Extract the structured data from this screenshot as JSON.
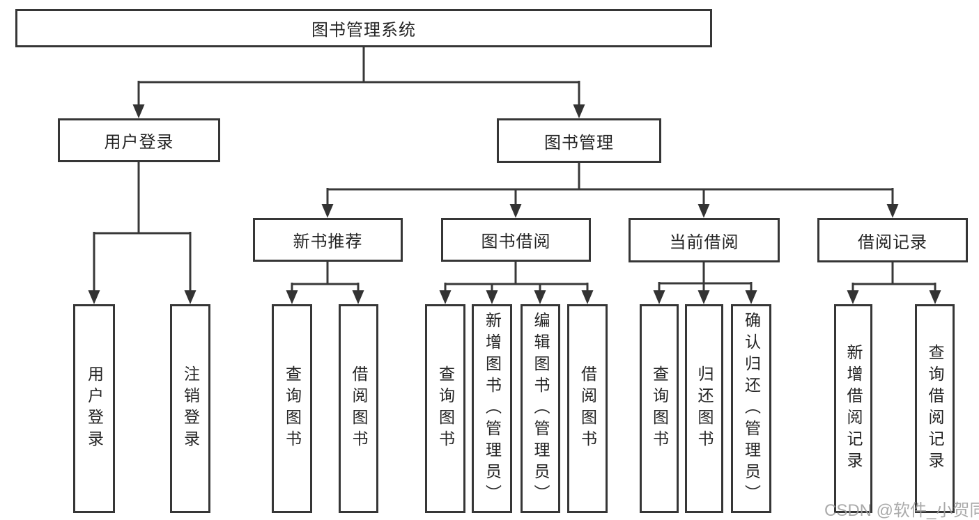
{
  "tree": {
    "root": "图书管理系统",
    "branches": [
      {
        "label": "用户登录",
        "children": [
          "用户登录",
          "注销登录"
        ]
      },
      {
        "label": "图书管理",
        "groups": [
          {
            "label": "新书推荐",
            "children": [
              "查询图书",
              "借阅图书"
            ]
          },
          {
            "label": "图书借阅",
            "children": [
              "查询图书",
              "新增图书（管理员）",
              "编辑图书（管理员）",
              "借阅图书"
            ]
          },
          {
            "label": "当前借阅",
            "children": [
              "查询图书",
              "归还图书",
              "确认归还（管理员）"
            ]
          },
          {
            "label": "借阅记录",
            "children": [
              "新增借阅记录",
              "查询借阅记录"
            ]
          }
        ]
      }
    ]
  },
  "watermark": {
    "text": "CSDN @软件_小贺同学"
  },
  "colors": {
    "line": "#383838",
    "border": "#363636",
    "text": "#242424",
    "watermark": "#9e9e9e",
    "background": "#ffffff"
  }
}
